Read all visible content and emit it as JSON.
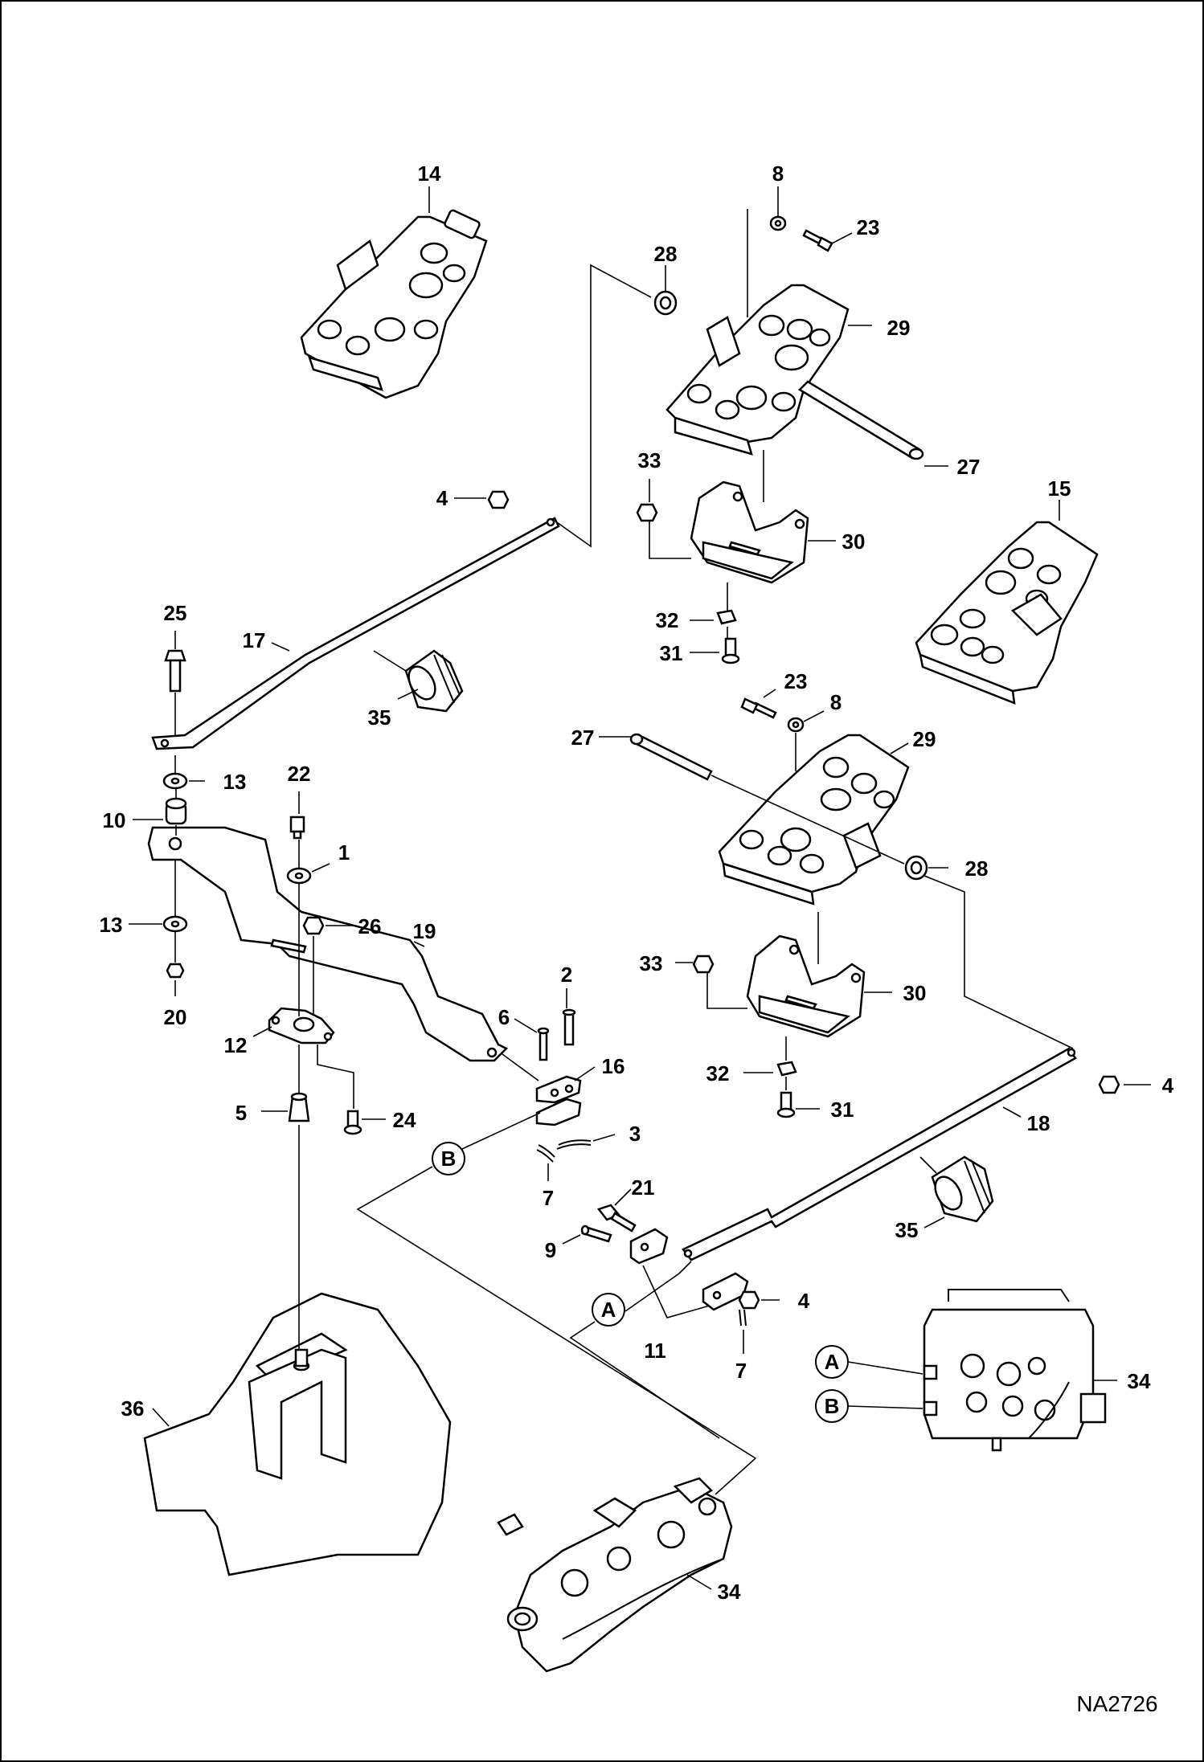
{
  "drawing_code": "NA2726",
  "callouts": {
    "c1": "1",
    "c2": "2",
    "c3": "3",
    "c4a": "4",
    "c4b": "4",
    "c4c": "4",
    "c5": "5",
    "c6": "6",
    "c7a": "7",
    "c7b": "7",
    "c8a": "8",
    "c8b": "8",
    "c9": "9",
    "c10": "10",
    "c11": "11",
    "c12": "12",
    "c13a": "13",
    "c13b": "13",
    "c14": "14",
    "c15": "15",
    "c16": "16",
    "c17": "17",
    "c18": "18",
    "c19": "19",
    "c20": "20",
    "c21": "21",
    "c22": "22",
    "c23a": "23",
    "c23b": "23",
    "c24": "24",
    "c25": "25",
    "c26": "26",
    "c27a": "27",
    "c27b": "27",
    "c28a": "28",
    "c28b": "28",
    "c29a": "29",
    "c29b": "29",
    "c30a": "30",
    "c30b": "30",
    "c31a": "31",
    "c31b": "31",
    "c32a": "32",
    "c32b": "32",
    "c33a": "33",
    "c33b": "33",
    "c34a": "34",
    "c34b": "34",
    "c35a": "35",
    "c35b": "35",
    "c36": "36"
  },
  "refs": {
    "A1": "A",
    "B1": "B",
    "A2": "A",
    "B2": "B"
  }
}
